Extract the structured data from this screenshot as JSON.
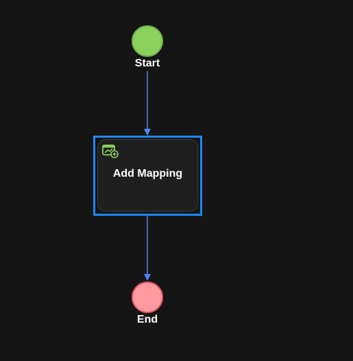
{
  "workflow": {
    "start_node": {
      "label": "Start",
      "color": "#8bd15e"
    },
    "task_node": {
      "label": "Add Mapping",
      "icon": "add-mapping-icon",
      "selected": true,
      "selection_color": "#1e88ff"
    },
    "end_node": {
      "label": "End",
      "color": "#ff9aa0"
    },
    "edge_color": "#4d86f0",
    "background": "#151515"
  }
}
